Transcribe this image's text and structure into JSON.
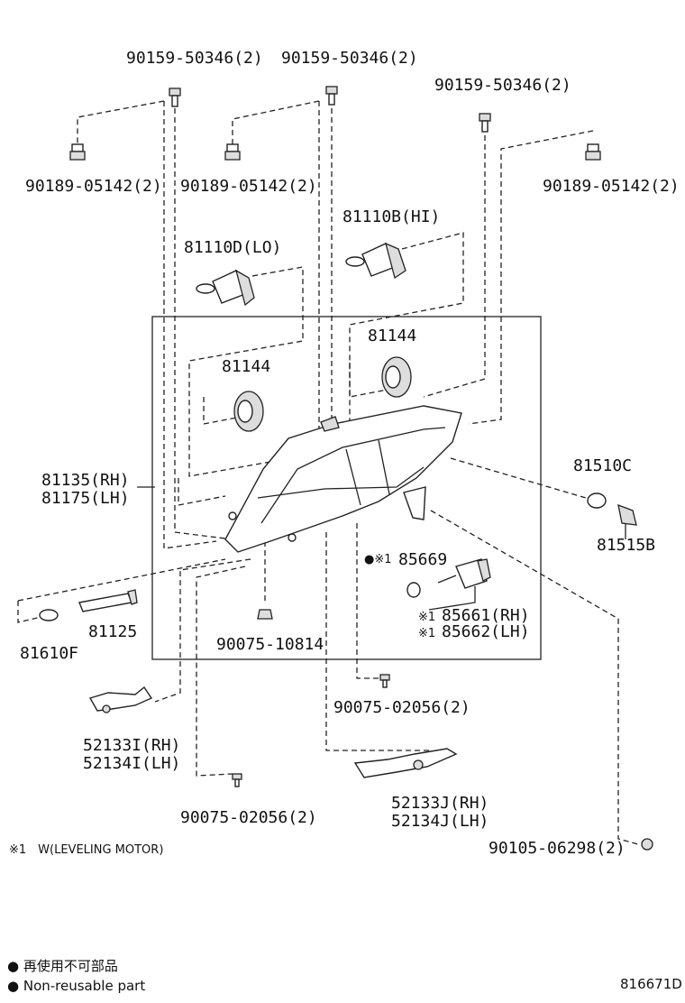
{
  "labels": {
    "bolt_a": "90159-50346(2)",
    "bolt_b": "90159-50346(2)",
    "bolt_c": "90159-50346(2)",
    "nut_a": "90189-05142(2)",
    "nut_b": "90189-05142(2)",
    "nut_c": "90189-05142(2)",
    "bulb_hi": "81110B(HI)",
    "bulb_lo": "81110D(LO)",
    "cap_a": "81144",
    "cap_b": "81144",
    "housing_rh": "81135(RH)",
    "housing_lh": "81175(LH)",
    "side_lamp": "81510C",
    "socket": "81515B",
    "oring_mark": "●※1",
    "oring": "85669",
    "motor_rh_mark": "※1",
    "motor_rh": "85661(RH)",
    "motor_lh_mark": "※1",
    "motor_lh": "85662(LH)",
    "grommet": "90075-10814",
    "bulb_small": "81610F",
    "adjuster": "81125",
    "screw_a": "90075-02056(2)",
    "screw_b": "90075-02056(2)",
    "bracket_i_rh": "52133I(RH)",
    "bracket_i_lh": "52134I(LH)",
    "bracket_j_rh": "52133J(RH)",
    "bracket_j_lh": "52134J(LH)",
    "clip": "90105-06298(2)",
    "footnote": "※1　W(LEVELING MOTOR)",
    "legend_jp": "● 再使用不可部品",
    "legend_en": "● Non-reusable part",
    "diagram_code": "816671D"
  }
}
